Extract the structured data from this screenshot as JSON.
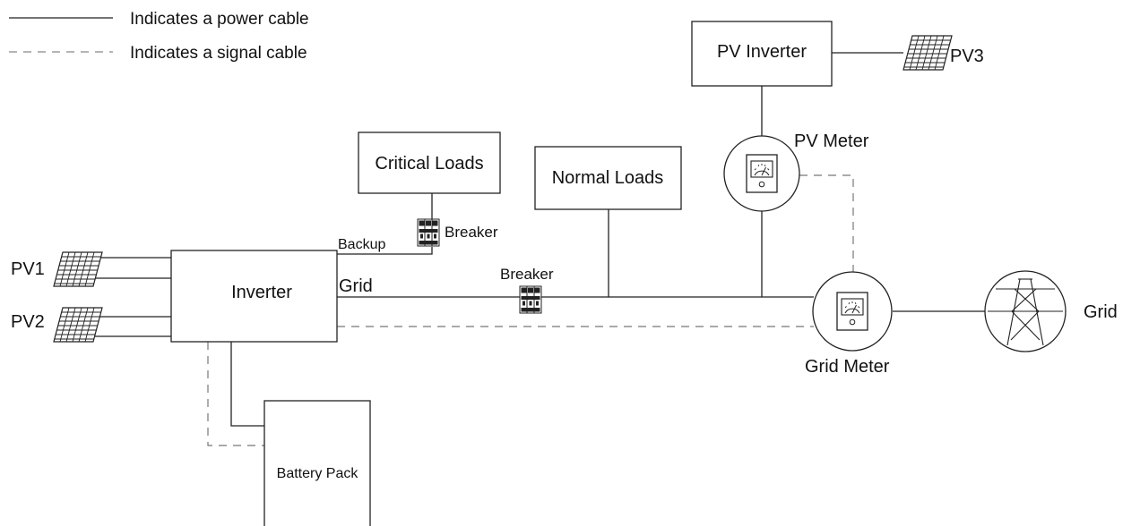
{
  "legend": {
    "power_cable_label": "Indicates a power cable",
    "signal_cable_label": "Indicates a signal cable"
  },
  "nodes": {
    "pv_inverter": "PV Inverter",
    "pv3": "PV3",
    "pv_meter": "PV Meter",
    "critical_loads": "Critical Loads",
    "normal_loads": "Normal Loads",
    "breaker_backup": "Breaker",
    "breaker_grid": "Breaker",
    "backup_port": "Backup",
    "grid_port": "Grid",
    "pv1": "PV1",
    "pv2": "PV2",
    "inverter": "Inverter",
    "grid_meter": "Grid Meter",
    "grid": "Grid",
    "battery_pack": "Battery Pack"
  },
  "icons": {
    "solar_panel": "solar-panel-icon",
    "meter": "meter-icon",
    "breaker": "breaker-icon",
    "pylon": "transmission-tower-icon"
  },
  "colors": {
    "line": "#222222",
    "signal": "#777777",
    "background": "#ffffff"
  }
}
